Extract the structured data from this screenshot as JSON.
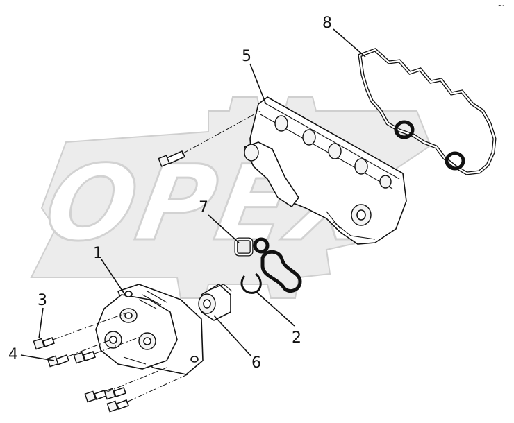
{
  "watermark": {
    "text": "OPEX"
  },
  "corner_mark": "~",
  "callouts": [
    {
      "id": "1",
      "label": "1"
    },
    {
      "id": "2",
      "label": "2"
    },
    {
      "id": "3",
      "label": "3"
    },
    {
      "id": "4",
      "label": "4"
    },
    {
      "id": "5",
      "label": "5"
    },
    {
      "id": "6",
      "label": "6"
    },
    {
      "id": "7",
      "label": "7"
    },
    {
      "id": "8",
      "label": "8"
    }
  ]
}
